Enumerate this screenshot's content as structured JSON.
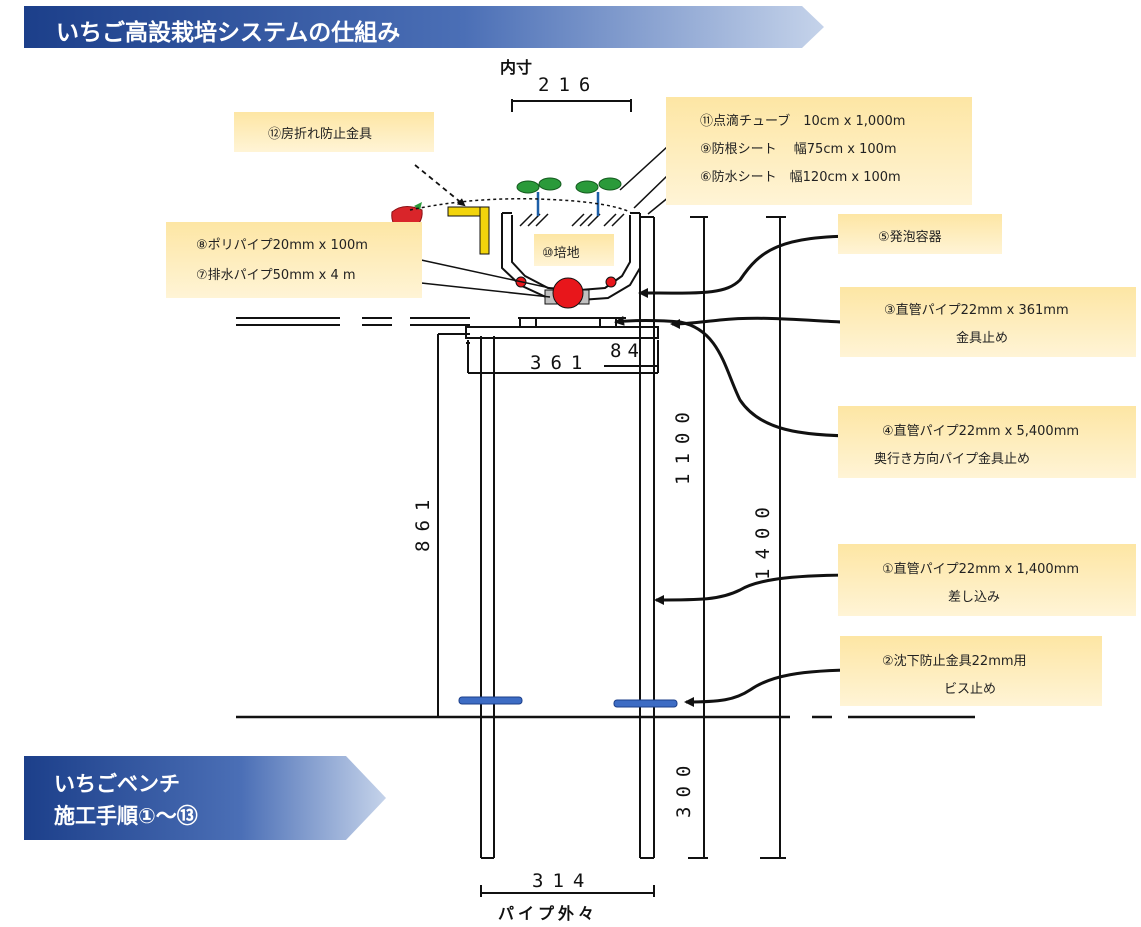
{
  "header": {
    "title": "いちご高設栽培システムの仕組み"
  },
  "footer_banner": {
    "line1": "いちごベンチ",
    "line2": "施工手順①～⑬"
  },
  "dimensions": {
    "inner_caption": "内寸",
    "inner_width": "216",
    "width_361": "361",
    "width_84": "84",
    "height_1100": "1100",
    "height_1400": "1400",
    "height_861": "861",
    "depth_300": "300",
    "pipe_width": "314",
    "pipe_caption": "パイプ外々"
  },
  "labels": {
    "l12": "⑫房折れ防止金具",
    "l11": "⑪点滴チューブ　10cm x 1,000m",
    "l9": "⑨防根シート　 幅75cm x 100m",
    "l6": "⑥防水シート　幅120cm x 100m",
    "l8": "⑧ポリパイプ20mm x 100m",
    "l7": "⑦排水パイプ50mm x 4 m",
    "l10": "⑩培地",
    "l5": "⑤発泡容器",
    "l3_line1": "③直管パイプ22mm x 361mm",
    "l3_line2": "金具止め",
    "l4_line1": "④直管パイプ22mm x 5,400mm",
    "l4_line2": "奥行き方向パイプ金具止め",
    "l1_line1": "①直管パイプ22mm x 1,400mm",
    "l1_line2": "差し込み",
    "l2_line1": "②沈下防止金具22mm用",
    "l2_line2": "ビス止め"
  },
  "colors": {
    "banner_dark": "#1c3f8a",
    "banner_light": "#c5d3ea",
    "label_bg": "#fde6a4",
    "drain_pipe": "#e8161b",
    "bracket": "#f2d40c",
    "base_plate": "#3d6cc4",
    "strawberry": "#d9252a"
  }
}
